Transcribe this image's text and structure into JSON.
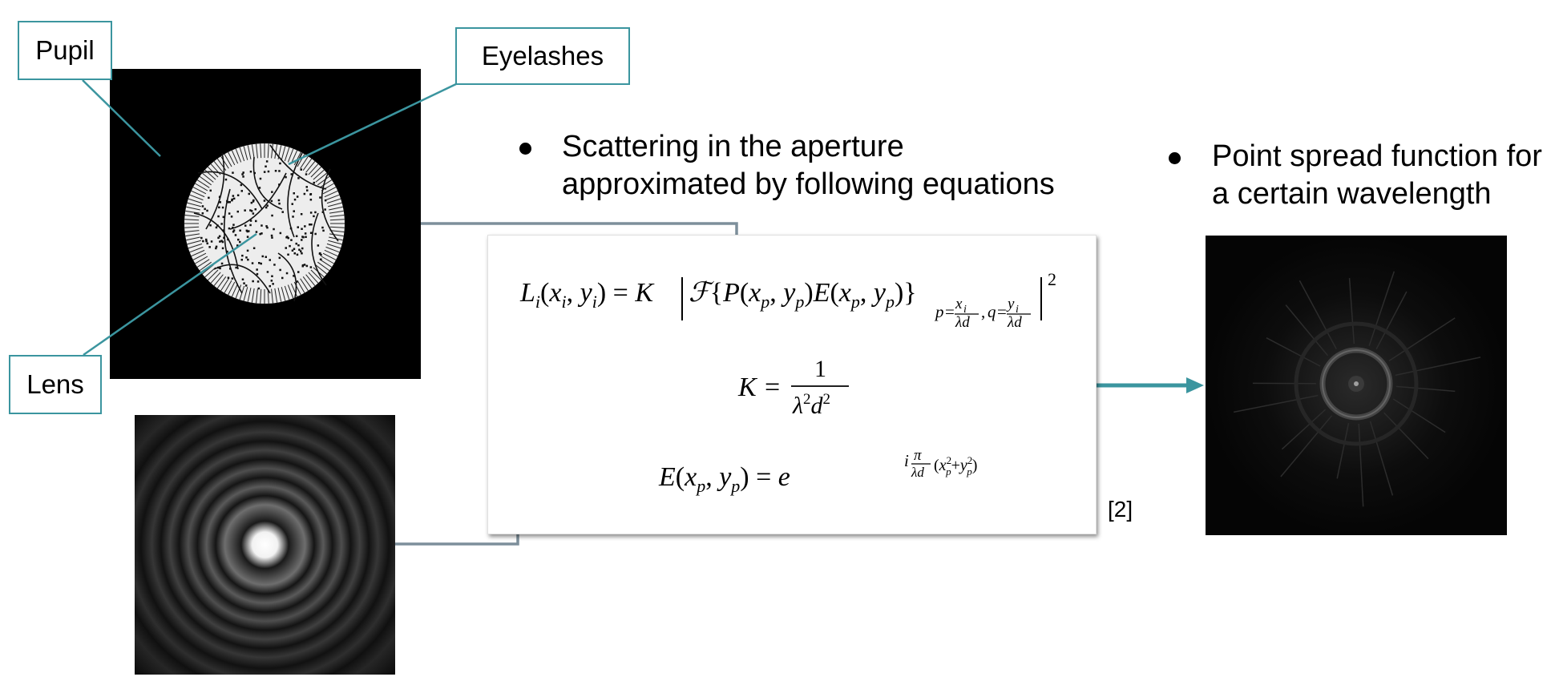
{
  "callouts": {
    "pupil": "Pupil",
    "eyelashes": "Eyelashes",
    "lens": "Lens"
  },
  "bullets": {
    "scattering": [
      "Scattering in the aperture",
      "approximated by following equations"
    ],
    "psf": [
      "Point spread function for",
      "a certain wavelength"
    ]
  },
  "equations": {
    "eq1": "L_i(x_i, y_i) = K |F{P(x_p, y_p)E(x_p, y_p)}_{p=x_i/(λd), q=y_i/(λd)}|^2",
    "eq2": "K = 1 / (λ^2 d^2)",
    "eq3": "E(x_p, y_p) = e^{i π/(λd) (x_p^2 + y_p^2)}"
  },
  "reference": "[2]",
  "colors": {
    "accent_teal": "#3b959f",
    "connector_gray": "#7d8f9b",
    "image_background": "#000000"
  }
}
